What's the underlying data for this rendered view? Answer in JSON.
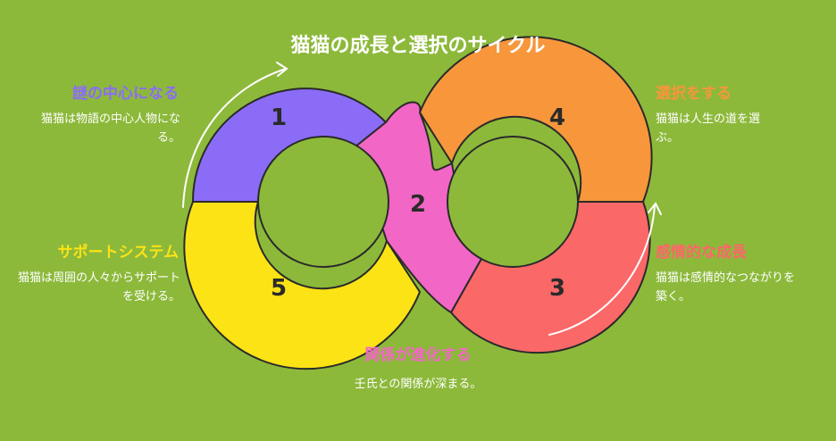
{
  "title": "猫猫の成長と選択のサイクル",
  "steps": [
    {
      "number": "1",
      "title": "謎の中心になる",
      "desc": "猫猫は物語の中心人物になる。",
      "color": "#8b6cf6",
      "title_color": "#8b6cf6"
    },
    {
      "number": "2",
      "title": "関係が進化する",
      "desc": "壬氏との関係が深まる。",
      "color": "#f266c5",
      "title_color": "#f266c5"
    },
    {
      "number": "3",
      "title": "感情的な成長",
      "desc": "猫猫は感情的なつながりを築く。",
      "color": "#fb6868",
      "title_color": "#fb6868"
    },
    {
      "number": "4",
      "title": "選択をする",
      "desc": "猫猫は人生の道を選ぶ。",
      "color": "#f7963b",
      "title_color": "#f7963b"
    },
    {
      "number": "5",
      "title": "サポートシステム",
      "desc": "猫猫は周囲の人々からサポートを受ける。",
      "color": "#fbe315",
      "title_color": "#fbe315"
    }
  ],
  "background": "#8db93b",
  "outline": "#2a2a2a"
}
